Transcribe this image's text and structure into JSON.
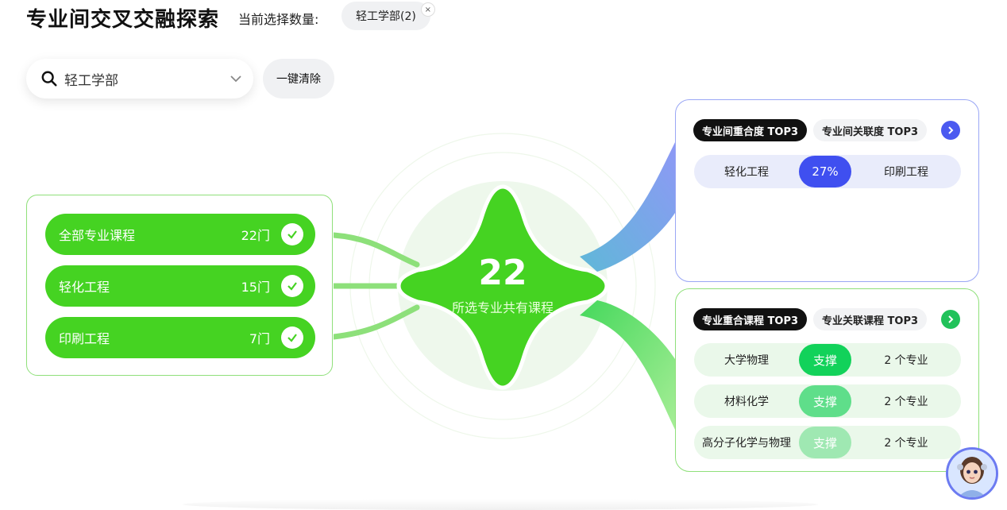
{
  "header": {
    "title": "专业间交叉交融探索",
    "count_label": "当前选择数量:",
    "selected_chip": "轻工学部(2)",
    "chip_close": "×"
  },
  "search": {
    "value": "轻工学部",
    "icon": "search-icon",
    "dropdown_icon": "chevron-down-icon"
  },
  "clear_button": "一键清除",
  "left_list": [
    {
      "name": "全部专业课程",
      "count": "22门"
    },
    {
      "name": "轻化工程",
      "count": "15门"
    },
    {
      "name": "印刷工程",
      "count": "7门"
    }
  ],
  "center": {
    "number": "22",
    "label": "所选专业共有课程"
  },
  "top_card": {
    "tabs": [
      "专业间重合度 TOP3",
      "专业间关联度 TOP3"
    ],
    "rows": [
      {
        "left": "轻化工程",
        "mid": "27%",
        "right": "印刷工程"
      }
    ],
    "accent": "#4b5af0"
  },
  "bottom_card": {
    "tabs": [
      "专业重合课程 TOP3",
      "专业关联课程 TOP3"
    ],
    "rows": [
      {
        "left": "大学物理",
        "mid": "支撑",
        "right": "2 个专业"
      },
      {
        "left": "材料化学",
        "mid": "支撑",
        "right": "2 个专业"
      },
      {
        "left": "高分子化学与物理",
        "mid": "支撑",
        "right": "2 个专业"
      }
    ],
    "accent": "#21c25a"
  },
  "colors": {
    "green": "#45d322",
    "blue": "#4b5af0"
  }
}
